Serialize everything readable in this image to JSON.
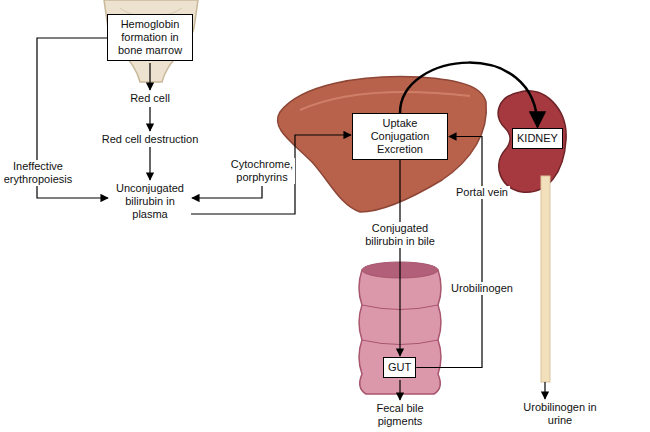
{
  "diagram": {
    "nodes": [
      {
        "text": [
          "Hemoglobin formation in bone marrow"
        ]
      },
      {
        "text": [
          "Uptake Conjugation Excretion"
        ]
      },
      {
        "text": [
          "KIDNEY"
        ]
      },
      {
        "text": [
          "GUT"
        ]
      }
    ],
    "edges": [
      {
        "from": 1,
        "to": 3,
        "arrow": "to",
        "label": "Conjugated bilirubin in bile"
      },
      {
        "from": 3,
        "to": 1,
        "arrow": "to"
      },
      {
        "from": 1,
        "to": 2,
        "arrow": "to"
      }
    ],
    "labels": [
      "Red cell",
      "Red cell destruction",
      "Ineffective erythropoiesis",
      "Cytochrome, porphyrins",
      "Unconjugated bilirubin in plasma",
      "Portal vein",
      "Urobilinogen",
      "Fecal bile pigments",
      "Urobilinogen in urine"
    ]
  }
}
